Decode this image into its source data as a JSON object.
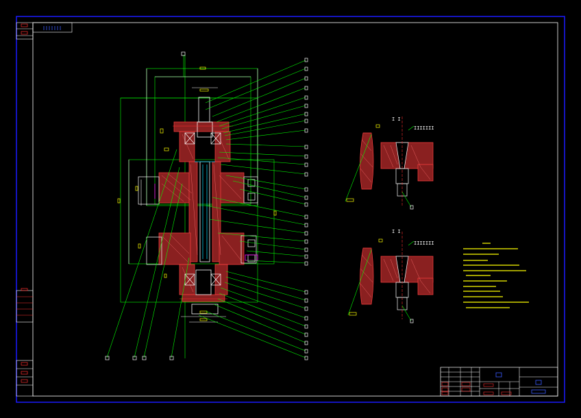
{
  "drawing": {
    "title_tag": "",
    "section_labels": {
      "upper": "I I",
      "lower": "I I"
    },
    "notes": [
      "",
      "",
      "",
      "",
      "",
      "",
      "",
      "",
      "",
      "",
      ""
    ]
  },
  "colors": {
    "background": "#000000",
    "outer_border": "#1a1aff",
    "inner_border": "#ffffff",
    "leader": "#00ff00",
    "hatch": "#c43a3a",
    "part_outline": "#ffffff",
    "dimension": "#ffff00",
    "center_line": "#ff3030",
    "magenta": "#ff00ff",
    "cyan": "#00e0ff"
  },
  "callouts": {
    "count_right": 32,
    "count_bottom": 4
  }
}
